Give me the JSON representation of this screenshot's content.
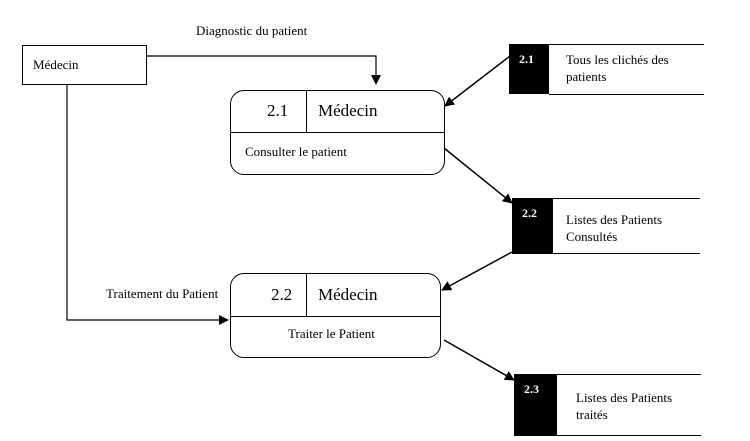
{
  "external_entity": {
    "label": "Médecin"
  },
  "flows": {
    "diagnostic": "Diagnostic du patient",
    "traitement": "Traitement du Patient"
  },
  "processes": [
    {
      "id": "2.1",
      "actor": "Médecin",
      "description": "Consulter le patient"
    },
    {
      "id": "2.2",
      "actor": "Médecin",
      "description": "Traiter  le Patient"
    }
  ],
  "stores": [
    {
      "id": "2.1",
      "line1": "Tous les clichés des",
      "line2": "patients"
    },
    {
      "id": "2.2",
      "line1": "Listes des Patients",
      "line2": "Consultés"
    },
    {
      "id": "2.3",
      "line1": "Listes des Patients",
      "line2": "traités"
    }
  ]
}
